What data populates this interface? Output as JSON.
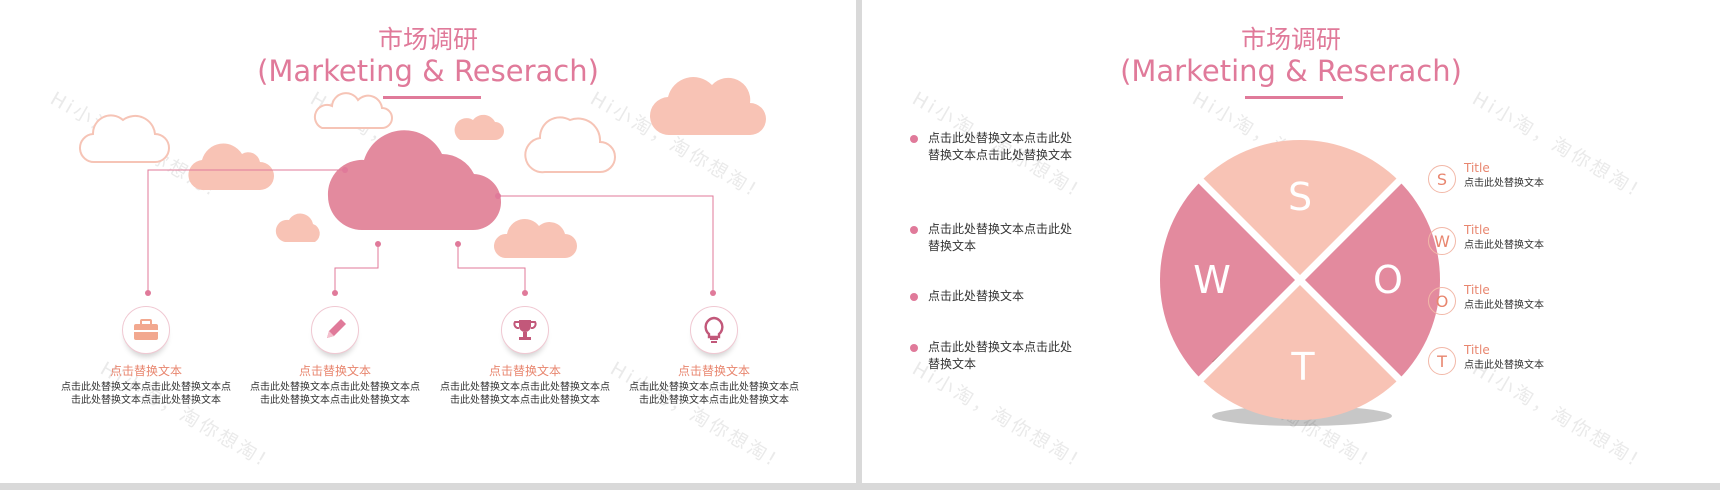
{
  "colors": {
    "accent": "#e07a9a",
    "cloud_dark": "#e38a9e",
    "cloud_light": "#f8c3b5",
    "title_orange": "#e8866f"
  },
  "watermark": "Hi小淘，淘你想淘!",
  "left_slide": {
    "title_cn": "市场调研",
    "title_en": "(Marketing & Reserach)",
    "features": [
      {
        "icon": "briefcase-icon",
        "title": "点击替换文本",
        "desc_line1": "点击此处替换文本点击此处替换文本点",
        "desc_line2": "击此处替换文本点击此处替换文本"
      },
      {
        "icon": "pencil-icon",
        "title": "点击替换文本",
        "desc_line1": "点击此处替换文本点击此处替换文本点",
        "desc_line2": "击此处替换文本点击此处替换文本"
      },
      {
        "icon": "trophy-icon",
        "title": "点击替换文本",
        "desc_line1": "点击此处替换文本点击此处替换文本点",
        "desc_line2": "击此处替换文本点击此处替换文本"
      },
      {
        "icon": "lightbulb-icon",
        "title": "点击替换文本",
        "desc_line1": "点击此处替换文本点击此处替换文本点",
        "desc_line2": "击此处替换文本点击此处替换文本"
      }
    ]
  },
  "right_slide": {
    "title_cn": "市场调研",
    "title_en": "(Marketing & Reserach)",
    "bullets": [
      {
        "line1": "点击此处替换文本点击此处",
        "line2": "替换文本点击此处替换文本"
      },
      {
        "line1": "点击此处替换文本点击此处",
        "line2": "替换文本"
      },
      {
        "line1": "点击此处替换文本",
        "line2": ""
      },
      {
        "line1": "点击此处替换文本点击此处",
        "line2": "替换文本"
      }
    ],
    "swot_letters": {
      "top": "S",
      "left": "W",
      "right": "O",
      "bottom": "T"
    },
    "swot_items": [
      {
        "letter": "S",
        "title": "Title",
        "desc": "点击此处替换文本"
      },
      {
        "letter": "W",
        "title": "Title",
        "desc": "点击此处替换文本"
      },
      {
        "letter": "O",
        "title": "Title",
        "desc": "点击此处替换文本"
      },
      {
        "letter": "T",
        "title": "Title",
        "desc": "点击此处替换文本"
      }
    ]
  }
}
